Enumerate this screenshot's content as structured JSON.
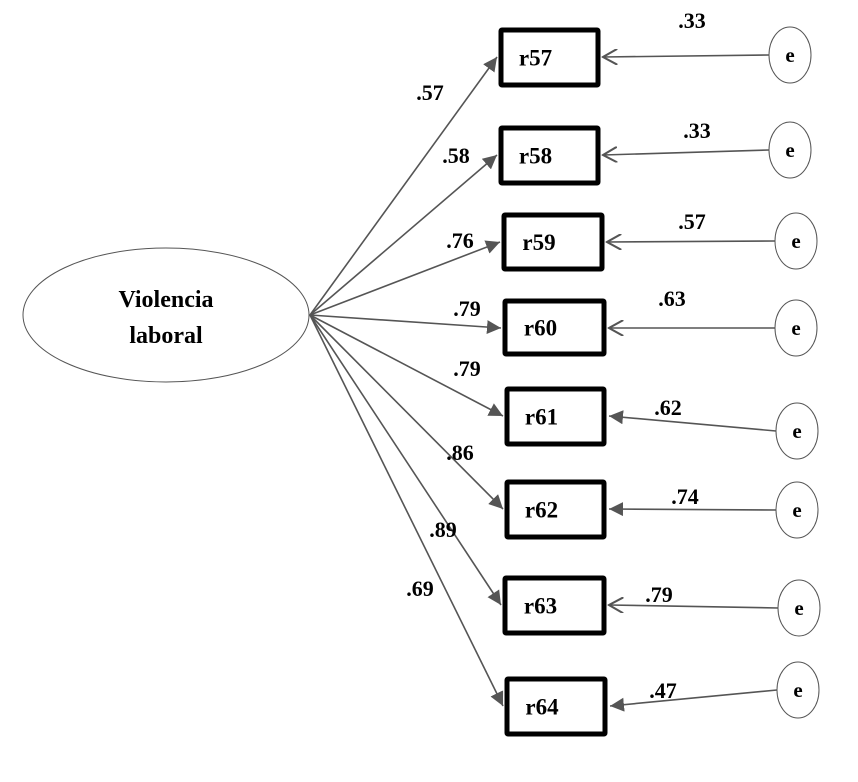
{
  "latent": {
    "label_line1": "Violencia",
    "label_line2": "laboral"
  },
  "line_color": "#555555",
  "indicators": [
    {
      "name": "r57",
      "loading": ".57",
      "error_label": "e",
      "error_coef": ".33",
      "error_arrow": "open"
    },
    {
      "name": "r58",
      "loading": ".58",
      "error_label": "e",
      "error_coef": ".33",
      "error_arrow": "open"
    },
    {
      "name": "r59",
      "loading": ".76",
      "error_label": "e",
      "error_coef": ".57",
      "error_arrow": "open"
    },
    {
      "name": "r60",
      "loading": ".79",
      "error_label": "e",
      "error_coef": ".63",
      "error_arrow": "open"
    },
    {
      "name": "r61",
      "loading": ".79",
      "error_label": "e",
      "error_coef": ".62",
      "error_arrow": "filled"
    },
    {
      "name": "r62",
      "loading": ".86",
      "error_label": "e",
      "error_coef": ".74",
      "error_arrow": "filled"
    },
    {
      "name": "r63",
      "loading": ".89",
      "error_label": "e",
      "error_coef": ".79",
      "error_arrow": "open"
    },
    {
      "name": "r64",
      "loading": ".69",
      "error_label": "e",
      "error_coef": ".47",
      "error_arrow": "filled"
    }
  ]
}
